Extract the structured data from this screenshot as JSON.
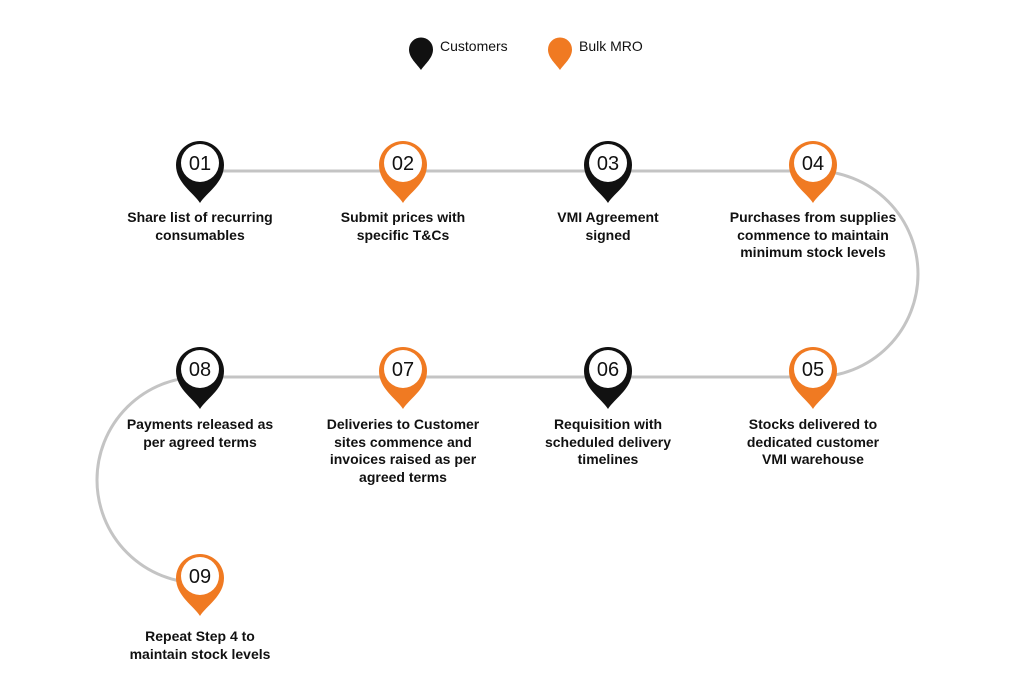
{
  "legend": [
    {
      "label": "Customers",
      "color": "#111111",
      "icon": "map-pin-icon"
    },
    {
      "label": "Bulk MRO",
      "color": "#F07A22",
      "icon": "map-pin-icon"
    }
  ],
  "colors": {
    "customers": "#111111",
    "bulk_mro": "#F07A22",
    "path": "#C4C4C4",
    "pin_inner": "#FFFFFF",
    "text": "#111111"
  },
  "steps": [
    {
      "number": "01",
      "owner": "customers",
      "label": "Share list of recurring\nconsumables"
    },
    {
      "number": "02",
      "owner": "bulk_mro",
      "label": "Submit prices with\nspecific T&Cs"
    },
    {
      "number": "03",
      "owner": "customers",
      "label": "VMI Agreement\nsigned"
    },
    {
      "number": "04",
      "owner": "bulk_mro",
      "label": "Purchases from supplies\ncommence to maintain\nminimum stock levels"
    },
    {
      "number": "05",
      "owner": "bulk_mro",
      "label": "Stocks delivered  to\ndedicated customer\nVMI warehouse"
    },
    {
      "number": "06",
      "owner": "customers",
      "label": "Requisition with\nscheduled delivery\ntimelines"
    },
    {
      "number": "07",
      "owner": "bulk_mro",
      "label": "Deliveries to Customer\nsites commence and\ninvoices raised as per\nagreed terms"
    },
    {
      "number": "08",
      "owner": "customers",
      "label": "Payments released as\nper agreed terms"
    },
    {
      "number": "09",
      "owner": "bulk_mro",
      "label": "Repeat Step 4 to\nmaintain stock levels"
    }
  ]
}
